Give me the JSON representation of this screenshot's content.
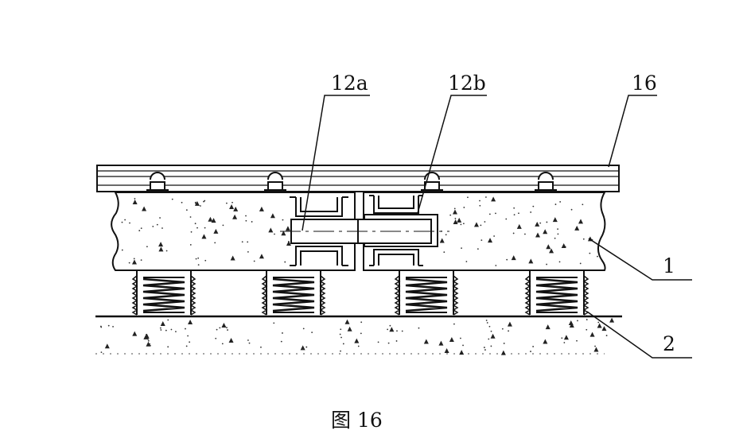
{
  "figure": {
    "labels": {
      "part_12a": "12a",
      "part_12b": "12b",
      "part_16": "16",
      "part_1": "1",
      "part_2": "2"
    },
    "caption": "图 16"
  }
}
